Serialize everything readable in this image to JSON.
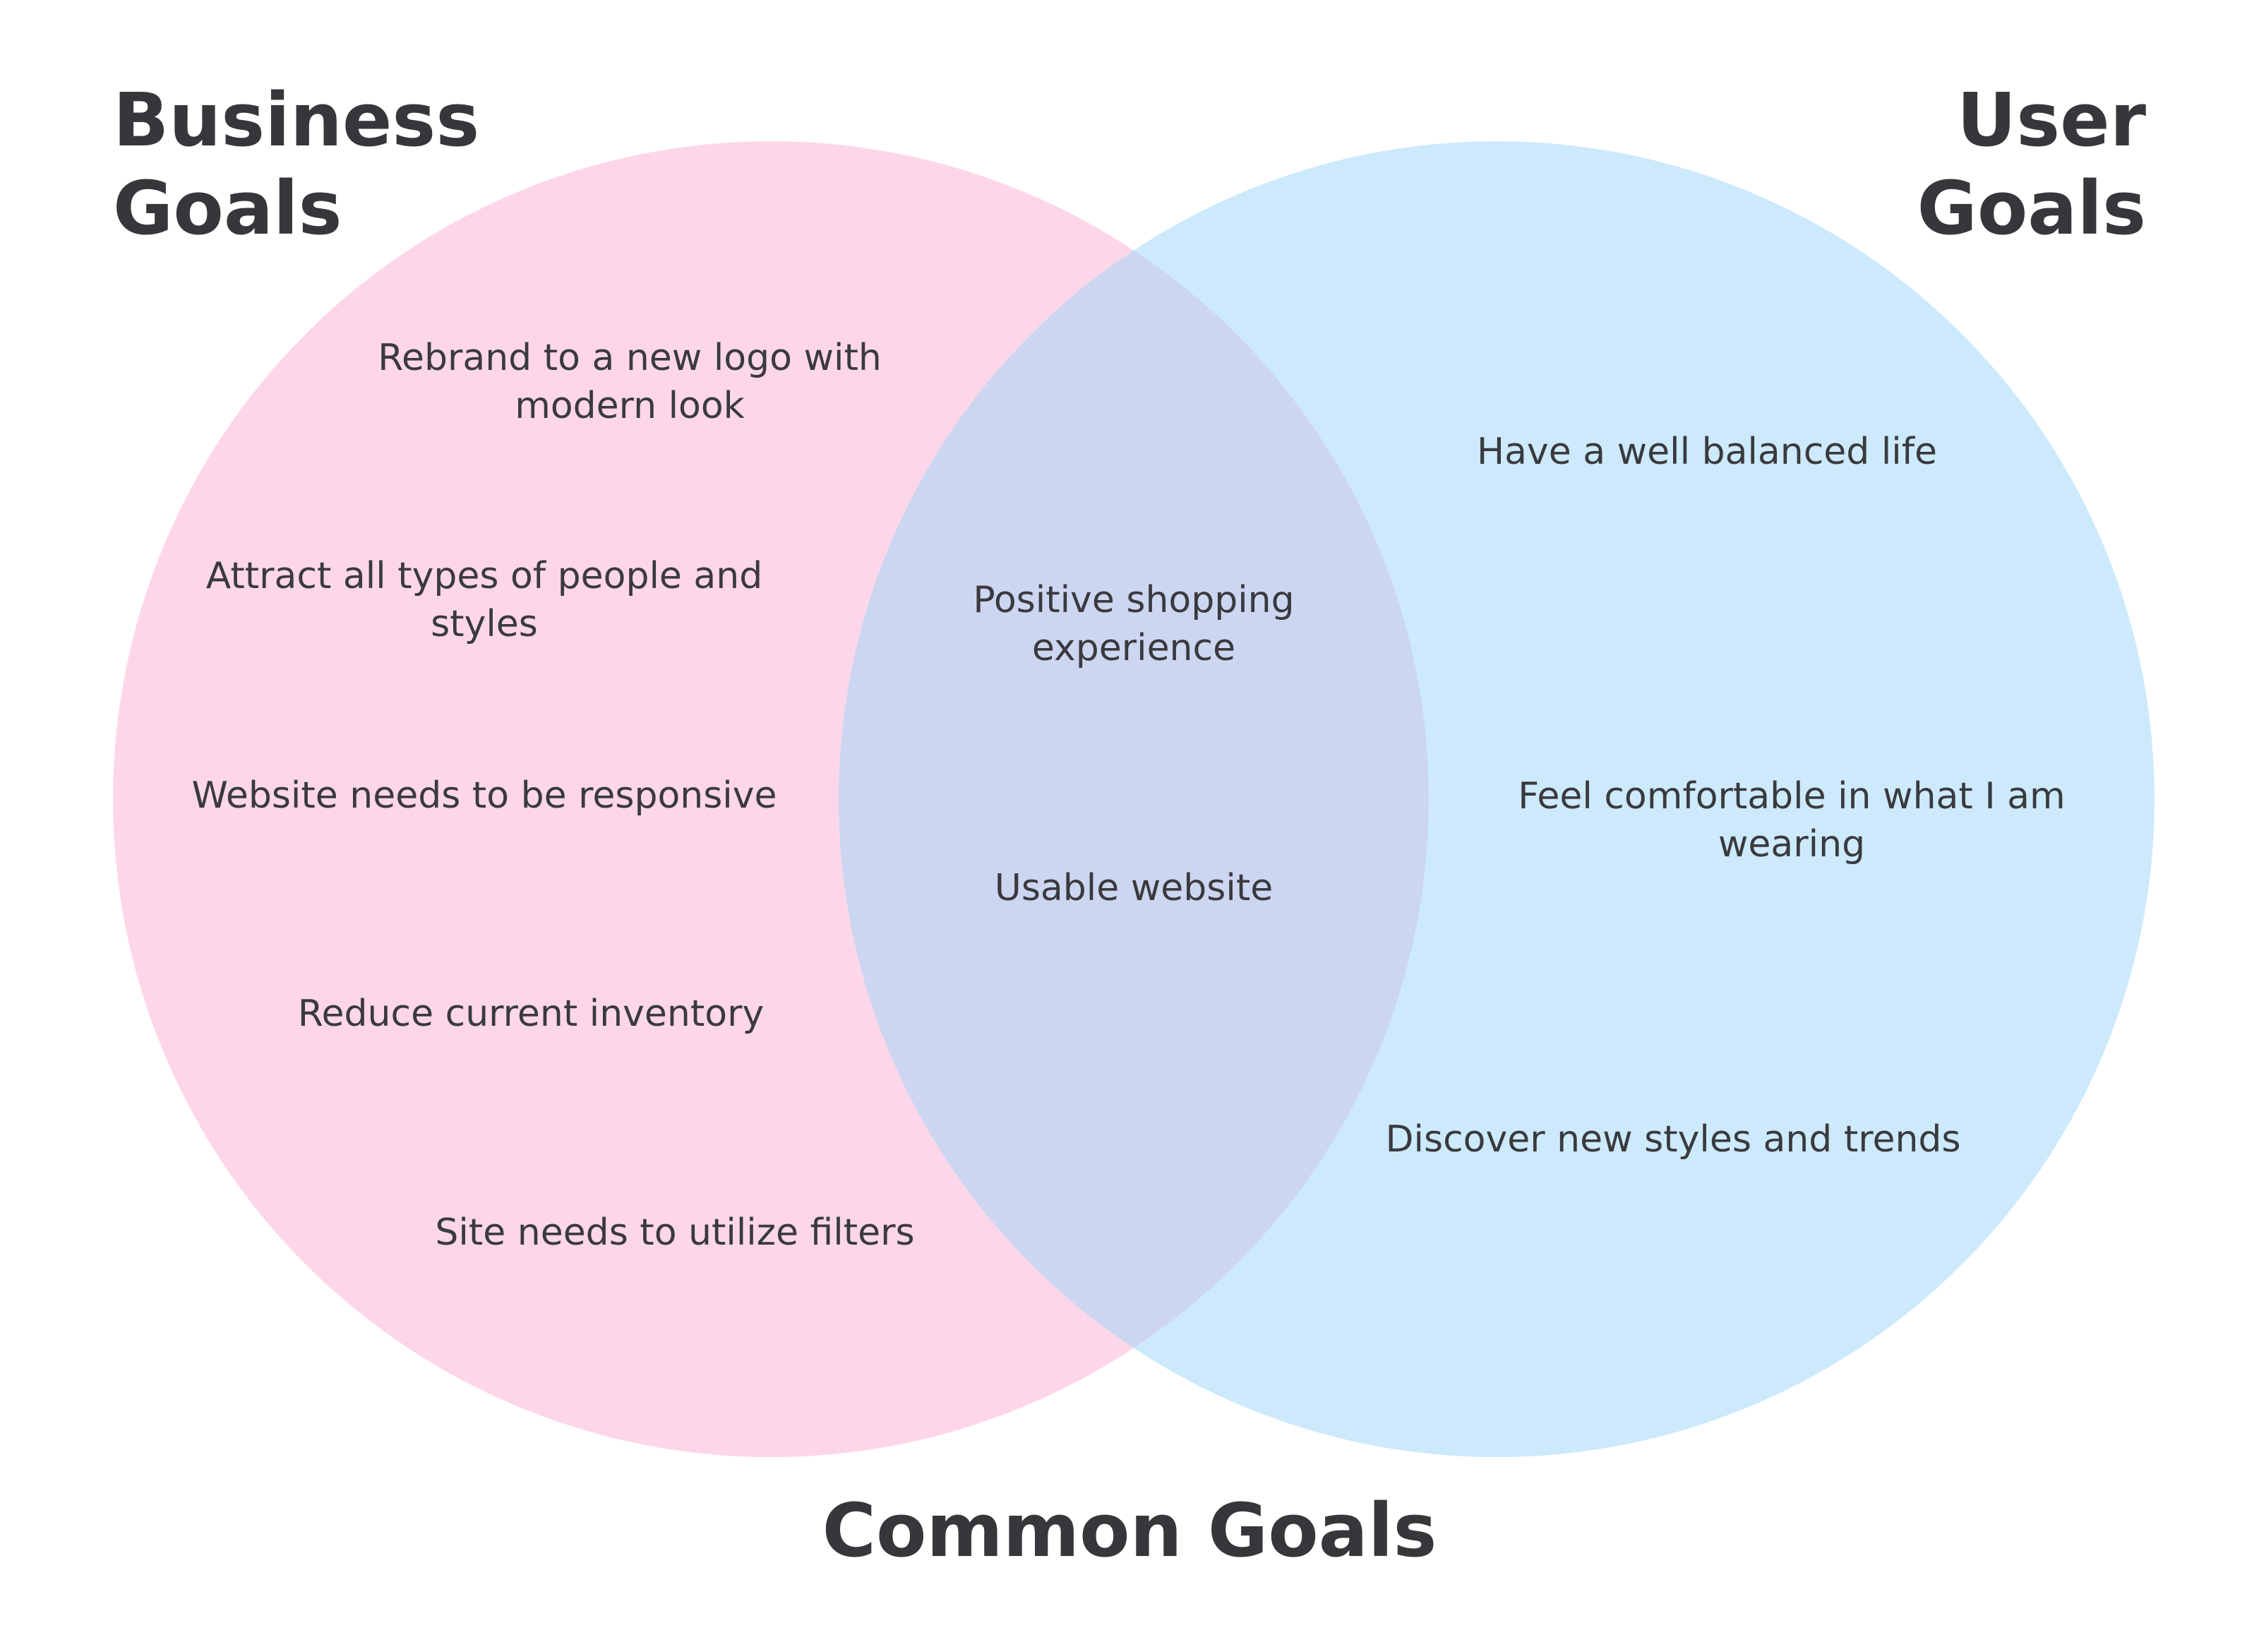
{
  "colors": {
    "business_circle": "#fdd7e9",
    "user_circle": "#cdeafc",
    "overlap": "#cdd6f1",
    "text": "#3a3a3e",
    "heading": "#37373b"
  },
  "headings": {
    "business": [
      "Business",
      "Goals"
    ],
    "user": [
      "User",
      "Goals"
    ],
    "common": "Common Goals"
  },
  "business_goals": [
    "Rebrand to a new logo with modern look",
    "Attract all types of people and styles",
    "Website needs to be responsive",
    "Reduce current inventory",
    "Site needs to utilize filters"
  ],
  "common_goals": [
    "Positive shopping experience",
    "Usable website"
  ],
  "user_goals": [
    "Have a well balanced life",
    "Feel comfortable in what I am wearing",
    "Discover new styles and trends"
  ]
}
